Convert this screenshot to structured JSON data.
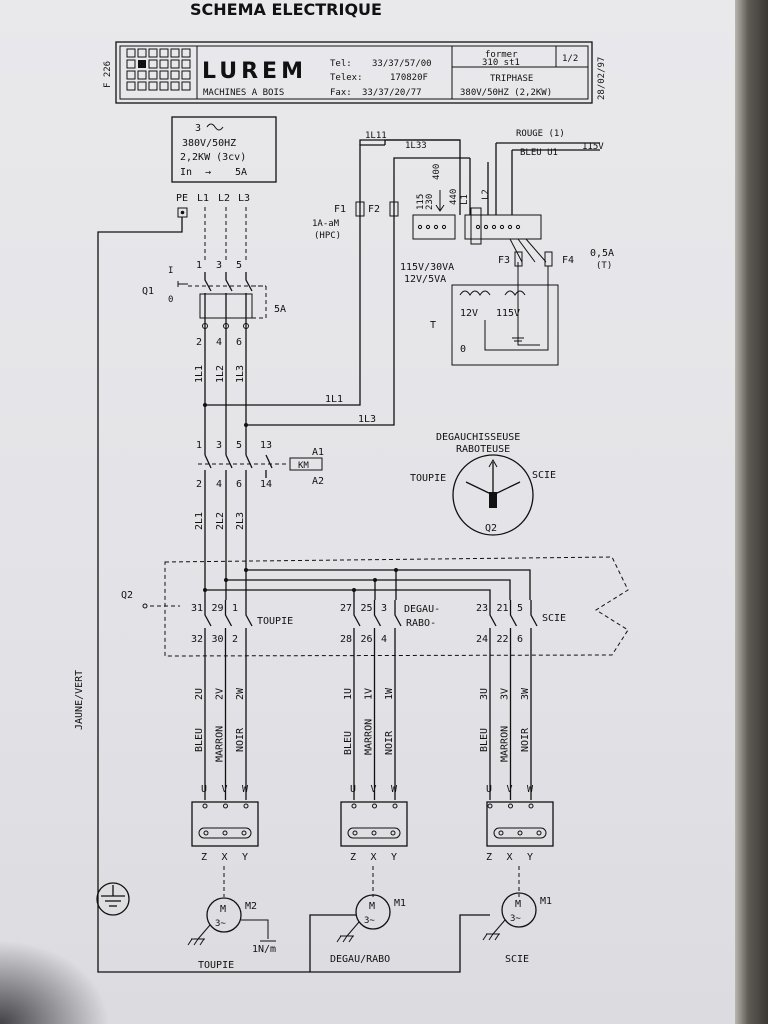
{
  "header": {
    "title": "SCHEMA ELECTRIQUE",
    "side_code": "F 226",
    "date": "28/02/97"
  },
  "titleblock": {
    "brand": "LUREM",
    "subtitle": "MACHINES A BOIS",
    "tel_label": "Tel:",
    "tel": "33/37/57/00",
    "telex_label": "Telex:",
    "telex": "170820F",
    "fax_label": "Fax:",
    "fax": "33/37/20/77",
    "model_line1": "former",
    "model_line2": "310 st1",
    "sheet": "1/2",
    "phase": "TRIPHASE",
    "supply": "380V/50HZ (2,2KW)"
  },
  "supply_box": {
    "phases": "3",
    "voltage": "380V/50HZ",
    "power": "2,2KW (3cv)",
    "current_label": "In",
    "current": "5A"
  },
  "terminals": {
    "pe": "PE",
    "l1": "L1",
    "l2": "L2",
    "l3": "L3"
  },
  "q1": {
    "name": "Q1",
    "on": "I",
    "off": "0",
    "rating": "5A",
    "top": [
      "1",
      "3",
      "5"
    ],
    "bottom": [
      "2",
      "4",
      "6"
    ],
    "wires": [
      "1L1",
      "1L2",
      "1L3"
    ]
  },
  "feeds": {
    "a": "1L1",
    "b": "1L3",
    "c": "1L11",
    "d": "1L33"
  },
  "fuses": {
    "f1": "F1",
    "f2": "F2",
    "f1_rating": "1A-aM",
    "f1_type": "(HPC)",
    "f3": "F3",
    "f4": "F4",
    "f4_rating": "0,5A",
    "f4_type": "(T)"
  },
  "transformer": {
    "name": "T",
    "rating1": "115V/30VA",
    "rating2": "12V/5VA",
    "sec1": "12V",
    "sec2": "115V",
    "zero": "0",
    "taps": [
      "115",
      "230",
      "400",
      "440",
      "L1",
      "L2"
    ]
  },
  "wires_top": {
    "rouge": "ROUGE (1)",
    "bleu": "BLEU U1",
    "v115": "115V"
  },
  "km": {
    "top": [
      "1",
      "3",
      "5",
      "13"
    ],
    "bottom": [
      "2",
      "4",
      "6",
      "14"
    ],
    "coil": "KM",
    "a1": "A1",
    "a2": "A2",
    "wires": [
      "2L1",
      "2L2",
      "2L3"
    ]
  },
  "selector": {
    "title1": "DEGAUCHISSEUSE",
    "title2": "RABOTEUSE",
    "left": "TOUPIE",
    "right": "SCIE",
    "name": "Q2"
  },
  "q2": {
    "name": "Q2",
    "groups": [
      {
        "label": "TOUPIE",
        "top": [
          "31",
          "29",
          "1"
        ],
        "bottom": [
          "32",
          "30",
          "2"
        ]
      },
      {
        "label": "DEGAU-RABO-",
        "top": [
          "27",
          "25",
          "3"
        ],
        "bottom": [
          "28",
          "26",
          "4"
        ]
      },
      {
        "label": "SCIE",
        "top": [
          "23",
          "21",
          "5"
        ],
        "bottom": [
          "24",
          "22",
          "6"
        ]
      }
    ]
  },
  "earth_wire": "JAUNE/VERT",
  "motors": [
    {
      "wires": [
        "2U",
        "2V",
        "2W"
      ],
      "colors": [
        "BLEU",
        "MARRON",
        "NOIR"
      ],
      "name": "M2",
      "label": "TOUPIE",
      "extra": "1N/m"
    },
    {
      "wires": [
        "1U",
        "1V",
        "1W"
      ],
      "colors": [
        "BLEU",
        "MARRON",
        "NOIR"
      ],
      "name": "M1",
      "label": "DEGAU/RABO",
      "extra": ""
    },
    {
      "wires": [
        "3U",
        "3V",
        "3W"
      ],
      "colors": [
        "BLEU",
        "MARRON",
        "NOIR"
      ],
      "name": "M1",
      "label": "SCIE",
      "extra": ""
    }
  ],
  "uvw": [
    "U",
    "V",
    "W"
  ],
  "zxy": [
    "Z",
    "X",
    "Y"
  ],
  "motor_symbol": "M",
  "motor_phase": "3~"
}
